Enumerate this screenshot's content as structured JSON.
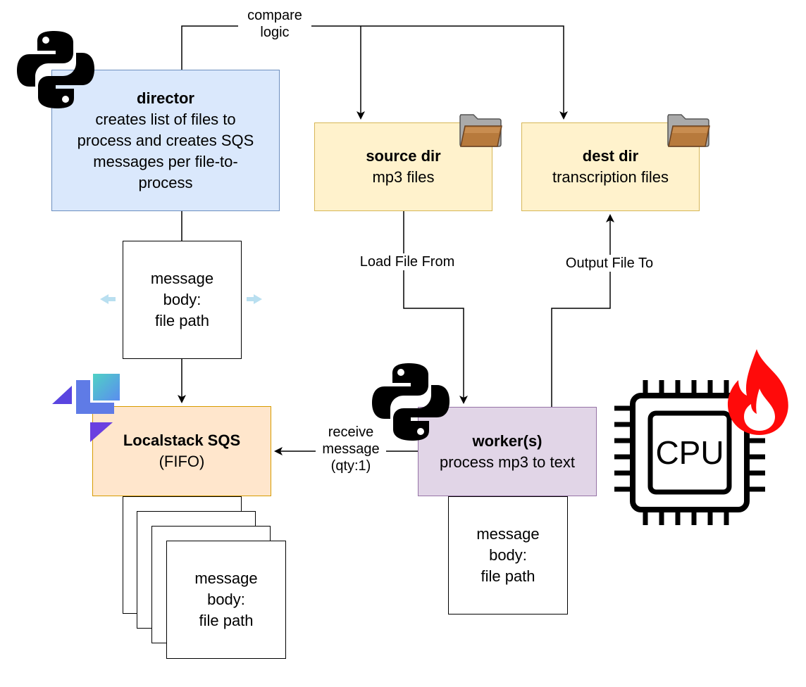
{
  "director": {
    "title": "director",
    "desc_lines": [
      "creates list of files to",
      "process and creates SQS",
      "messages per file-to-",
      "process"
    ]
  },
  "source": {
    "title": "source dir",
    "desc": "mp3 files"
  },
  "dest": {
    "title": "dest dir",
    "desc": "transcription files"
  },
  "sqs": {
    "title": "Localstack SQS",
    "desc": "(FIFO)"
  },
  "worker": {
    "title": "worker(s)",
    "desc": "process mp3 to text"
  },
  "message_body": [
    "message",
    "body:",
    "file path"
  ],
  "edge_labels": {
    "compare_logic": [
      "compare",
      "logic"
    ],
    "load_file_from": "Load File From",
    "output_file_to": "Output File To",
    "receive_message": [
      "receive",
      "message",
      "(qty:1)"
    ]
  },
  "cpu_label": "CPU",
  "icons": [
    "python-logo-icon",
    "folder-icon",
    "localstack-logo-icon",
    "cpu-chip-icon",
    "fire-icon"
  ],
  "colors": {
    "director_fill": "#dae8fc",
    "director_stroke": "#6c8ebf",
    "dir_fill": "#fff2cc",
    "dir_stroke": "#d6b656",
    "sqs_fill": "#ffe6cc",
    "sqs_stroke": "#d79b00",
    "worker_fill": "#e1d5e7",
    "worker_stroke": "#9673a6",
    "fire": "#ff0000"
  }
}
